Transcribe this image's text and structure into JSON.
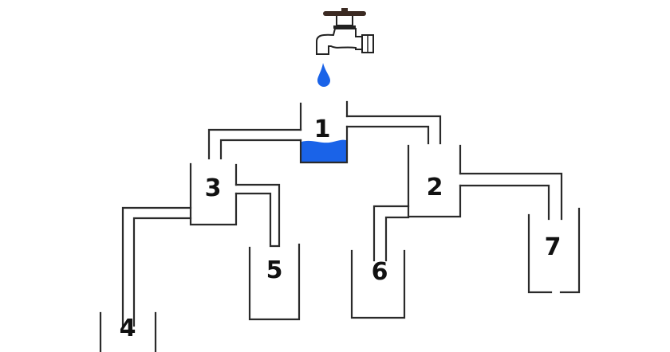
{
  "diagram": {
    "containers": [
      {
        "id": "1",
        "label": "1",
        "has_water": true
      },
      {
        "id": "2",
        "label": "2"
      },
      {
        "id": "3",
        "label": "3"
      },
      {
        "id": "4",
        "label": "4"
      },
      {
        "id": "5",
        "label": "5"
      },
      {
        "id": "6",
        "label": "6"
      },
      {
        "id": "7",
        "label": "7"
      }
    ],
    "connections": [
      {
        "from": "1",
        "to": "2"
      },
      {
        "from": "1",
        "to": "3"
      },
      {
        "from": "3",
        "to": "4"
      },
      {
        "from": "3",
        "to": "5"
      },
      {
        "from": "2",
        "to": "6"
      },
      {
        "from": "2",
        "to": "7"
      }
    ],
    "colors": {
      "water": "#1a63e8",
      "handle": "#3b2a22",
      "line": "#2a2a2a"
    }
  }
}
